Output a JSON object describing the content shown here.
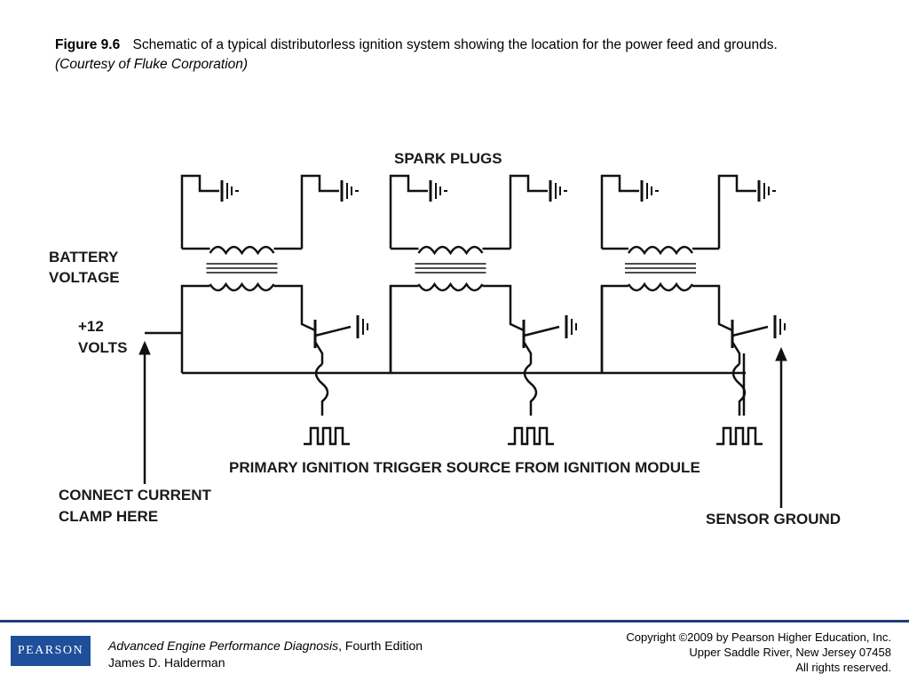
{
  "caption": {
    "figure_label": "Figure 9.6",
    "text": "Schematic of a typical distributorless ignition system showing the location for the power feed and grounds.",
    "courtesy": "(Courtesy of Fluke Corporation)"
  },
  "diagram": {
    "labels": {
      "spark_plugs": "SPARK PLUGS",
      "battery_voltage_1": "BATTERY",
      "battery_voltage_2": "VOLTAGE",
      "plus12_1": "+12",
      "plus12_2": "VOLTS",
      "trigger_source": "PRIMARY IGNITION TRIGGER SOURCE FROM IGNITION MODULE",
      "connect_clamp_1": "CONNECT CURRENT",
      "connect_clamp_2": "CLAMP HERE",
      "sensor_ground": "SENSOR GROUND"
    },
    "coil_count": 3
  },
  "footer": {
    "logo_text": "PEARSON",
    "book_title": "Advanced Engine Performance Diagnosis",
    "edition": ", Fourth Edition",
    "author": "James D. Halderman",
    "copyright_line1": "Copyright ©2009 by Pearson Higher Education, Inc.",
    "copyright_line2": "Upper Saddle River, New Jersey 07458",
    "copyright_line3": "All rights reserved.",
    "accent_color": "#1f3f7a",
    "logo_color": "#1f4f9a"
  }
}
